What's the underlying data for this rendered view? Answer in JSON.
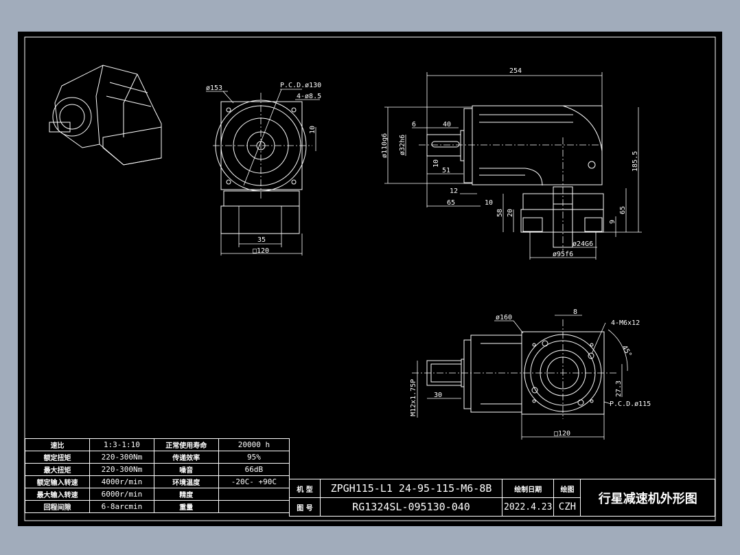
{
  "colors": {
    "background": "#a1acbb",
    "canvas": "#000000",
    "lines": "#ffffff"
  },
  "dims_front": {
    "d153": "ø153",
    "pcd": "P.C.D.ø130",
    "holes": "4-ø8.5",
    "d10": "10",
    "d35": "35",
    "sq120": "□120"
  },
  "dims_side": {
    "d254": "254",
    "d110": "ø110g6",
    "d32": "ø32h6",
    "d6": "6",
    "d40": "40",
    "d10": "10",
    "d51": "51",
    "d12": "12",
    "d65": "65",
    "d10b": "10",
    "d58": "58",
    "d20": "20",
    "d1855": "185.5",
    "d65b": "65",
    "d9": "9",
    "d24": "ø24G6",
    "d95": "ø95f6"
  },
  "dims_bottom": {
    "d160": "ø160",
    "d8": "8",
    "holes": "4-M6x12",
    "angle": "45°",
    "d273": "27.3",
    "pcd": "P.C.D.ø115",
    "m12": "M12x1.75P",
    "d30": "30",
    "sq120": "□120"
  },
  "spec_table": [
    [
      "速比",
      "1:3-1:10",
      "正常使用寿命",
      "20000 h"
    ],
    [
      "额定扭矩",
      "220-300Nm",
      "传递效率",
      "95%"
    ],
    [
      "最大扭矩",
      "220-300Nm",
      "噪音",
      "66dB"
    ],
    [
      "额定输入转速",
      "4000r/min",
      "环境温度",
      "-20C- +90C"
    ],
    [
      "最大输入转速",
      "6000r/min",
      "精度",
      ""
    ],
    [
      "回程间隙",
      "6-8arcmin",
      "重量",
      ""
    ]
  ],
  "title_block": {
    "model_label": "机 型",
    "model": "ZPGH115-L1 24-95-115-M6-8B",
    "drawing_no_label": "图 号",
    "drawing_no": "RG1324SL-095130-040",
    "date_label": "绘制日期",
    "date": "2022.4.23",
    "drawer_label": "绘图",
    "drawer": "CZH",
    "title": "行星减速机外形图"
  }
}
